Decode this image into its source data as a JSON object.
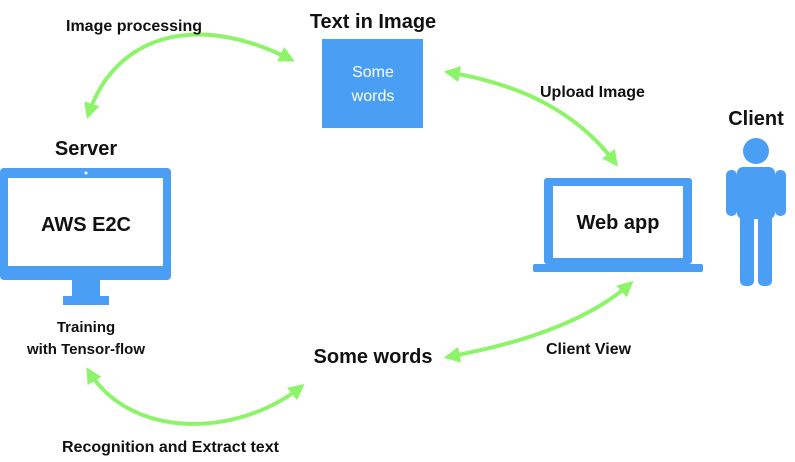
{
  "text_in_image": {
    "title": "Text in Image",
    "box_line1": "Some",
    "box_line2": "words"
  },
  "server": {
    "title": "Server",
    "screen_label": "AWS E2C",
    "caption_line1": "Training",
    "caption_line2": "with Tensor-flow"
  },
  "webapp": {
    "screen_label": "Web app"
  },
  "client": {
    "title": "Client"
  },
  "some_words": {
    "label": "Some words"
  },
  "edges": {
    "image_processing": "Image processing",
    "upload_image": "Upload Image",
    "client_view": "Client View",
    "recognition": "Recognition and Extract text"
  },
  "colors": {
    "blue": "#4a9ff5",
    "arrow_green": "#8df46a",
    "text": "#111111"
  },
  "icons": {
    "server": "desktop-monitor-icon",
    "webapp": "laptop-icon",
    "client": "person-icon"
  }
}
